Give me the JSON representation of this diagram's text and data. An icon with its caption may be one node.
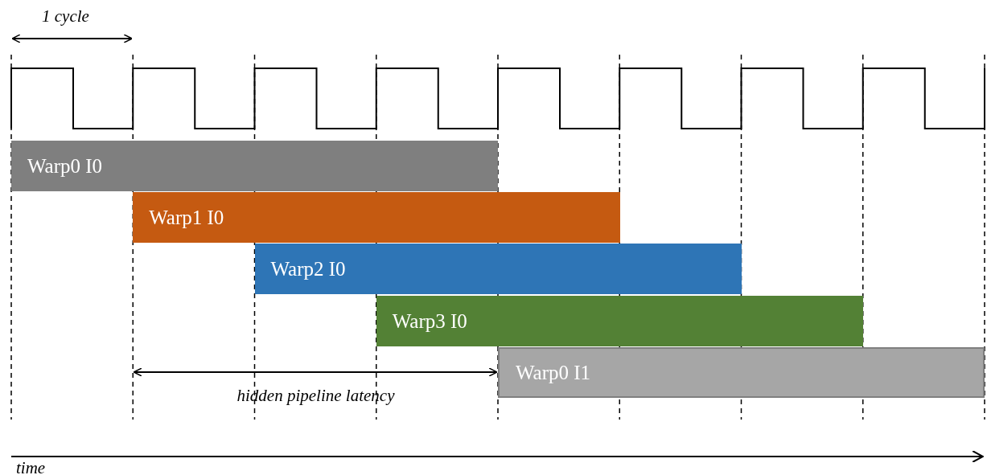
{
  "diagram": {
    "nodes": [
      {
        "text": [
          "Warp0 I0"
        ]
      },
      {
        "text": [
          "Warp1 I0"
        ]
      },
      {
        "text": [
          "Warp2 I0"
        ]
      },
      {
        "text": [
          "Warp3 I0"
        ]
      },
      {
        "text": [
          "Warp0 I1"
        ]
      }
    ],
    "labels": [
      "1 cycle",
      "hidden pipeline latency",
      "time"
    ]
  }
}
